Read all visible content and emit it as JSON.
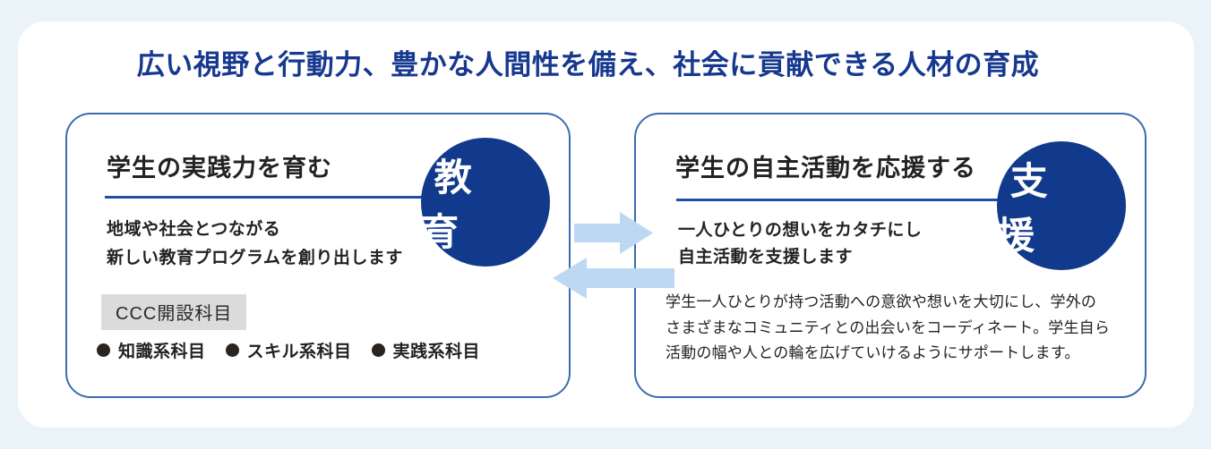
{
  "title": "広い視野と行動力、豊かな人間性を備え、社会に貢献できる人材の育成",
  "colors": {
    "page_bg": "#eaf3f8",
    "card_bg": "#ffffff",
    "title_text": "#16388f",
    "box_border": "#3a6cae",
    "divider": "#1b52a5",
    "circle_bg": "#123a8c",
    "circle_text": "#ffffff",
    "arrow_fill": "#bcd8f2",
    "tag_bg": "#dbdbdb",
    "body_text": "#222222"
  },
  "icons": {
    "exchange_right": "arrow-right-icon",
    "exchange_left": "arrow-left-icon",
    "bullet": "filled-circle-bullet"
  },
  "left_box": {
    "heading": "学生の実践力を育む",
    "badge": "教 育",
    "lead": [
      "地域や社会とつながる",
      "新しい教育プログラムを創り出します"
    ],
    "tag": "CCC開設科目",
    "courses": [
      "知識系科目",
      "スキル系科目",
      "実践系科目"
    ]
  },
  "right_box": {
    "heading": "学生の自主活動を応援する",
    "badge": "支 援",
    "lead": [
      "一人ひとりの想いをカタチにし",
      "自主活動を支援します"
    ],
    "description": [
      "学生一人ひとりが持つ活動への意欲や想いを大切にし、学外の",
      "さまざまなコミュニティとの出会いをコーディネート。学生自ら",
      "活動の幅や人との輪を広げていけるようにサポートします。"
    ]
  }
}
